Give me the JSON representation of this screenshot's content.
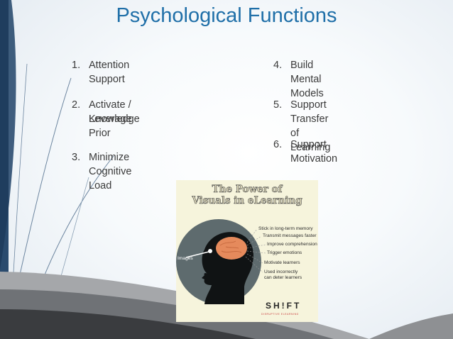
{
  "slide": {
    "title": "Psychological Functions",
    "left_list": [
      {
        "num": "1.",
        "text": "Attention Support"
      },
      {
        "num": "2.",
        "text_line1": "Activate / Leverage Prior",
        "text_line2": "Knowledge"
      },
      {
        "num": "3.",
        "text": "Minimize Cognitive Load"
      }
    ],
    "right_list": [
      {
        "num": "4.",
        "text": "Build Mental Models"
      },
      {
        "num": "5.",
        "text": "Support Transfer of Learning"
      },
      {
        "num": "6.",
        "text": "Support Motivation"
      }
    ]
  },
  "infographic": {
    "title_line1": "The Power of",
    "title_line2": "Visuals in eLearning",
    "image_label": "Images",
    "labels": [
      "Stick in long-term memory",
      "Transmit messages faster",
      "Improve comprehension",
      "Trigger emotions",
      "Motivate learners",
      "Used incorrectly",
      "can deter learners"
    ],
    "brand": "SH!FT",
    "brand_sub": "DISRUPTIVE ELEARNING"
  },
  "colors": {
    "title": "#1f6fa8",
    "dark_bar": "#1f3d5e",
    "circle": "#5e6b6e",
    "brain": "#e58a5c",
    "infographic_bg": "#f6f4dc"
  }
}
